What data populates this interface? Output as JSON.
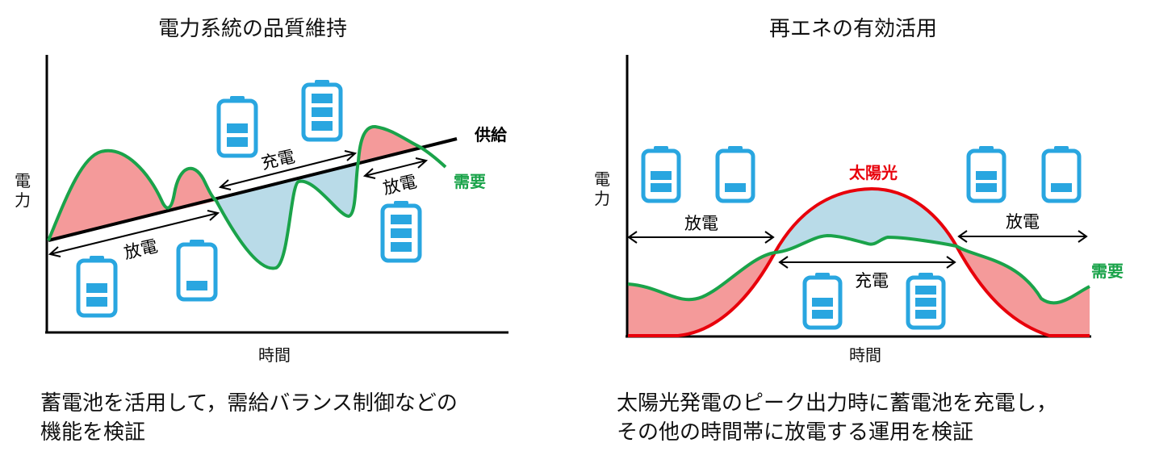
{
  "left": {
    "title": "電力系統の品質維持",
    "y_label": "電力",
    "x_label": "時間",
    "supply_label": "供給",
    "demand_label": "需要",
    "charge_label": "充電",
    "discharge_label_1": "放電",
    "discharge_label_2": "放電",
    "caption": "蓄電池を活用して，需給バランス制御などの\n機能を検証"
  },
  "right": {
    "title": "再エネの有効活用",
    "y_label": "電力",
    "x_label": "時間",
    "solar_label": "太陽光",
    "demand_label": "需要",
    "charge_label": "充電",
    "discharge_label_1": "放電",
    "discharge_label_2": "放電",
    "caption": "太陽光発電のピーク出力時に蓄電池を充電し，\nその他の時間帯に放電する運用を検証"
  },
  "colors": {
    "battery": "#29a6e0",
    "demand": "#1aa34a",
    "solar": "#e8000b",
    "surplus_fill": "#f49a9a",
    "deficit_fill": "#b9dbe8"
  },
  "icons": [
    "battery-icon"
  ]
}
